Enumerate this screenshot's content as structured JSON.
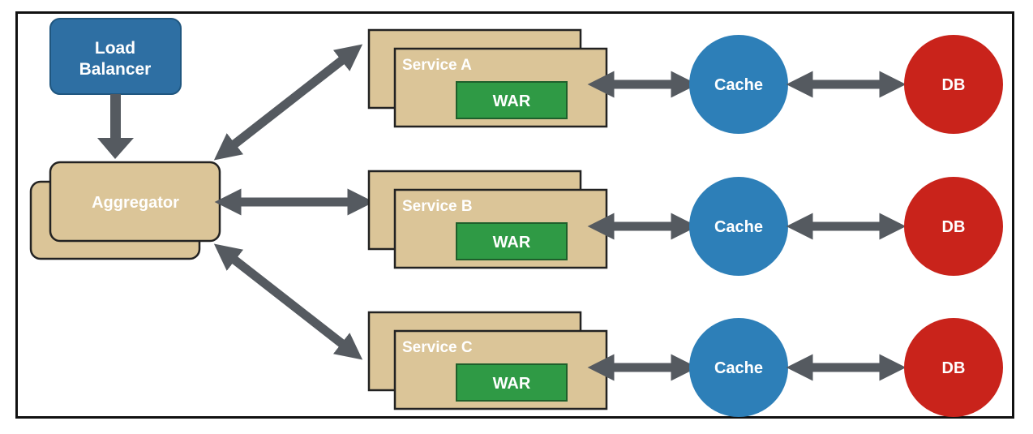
{
  "load_balancer": {
    "line1": "Load",
    "line2": "Balancer"
  },
  "aggregator": {
    "label": "Aggregator"
  },
  "services": [
    {
      "name": "Service A",
      "artifact": "WAR",
      "cache": "Cache",
      "db": "DB"
    },
    {
      "name": "Service B",
      "artifact": "WAR",
      "cache": "Cache",
      "db": "DB"
    },
    {
      "name": "Service C",
      "artifact": "WAR",
      "cache": "Cache",
      "db": "DB"
    }
  ],
  "colors": {
    "load_balancer": "#2e6fa3",
    "box_tan": "#dbc598",
    "war_green": "#2f9a45",
    "cache_blue": "#2d7fb8",
    "db_red": "#c9231b",
    "arrow_gray": "#555a60"
  }
}
